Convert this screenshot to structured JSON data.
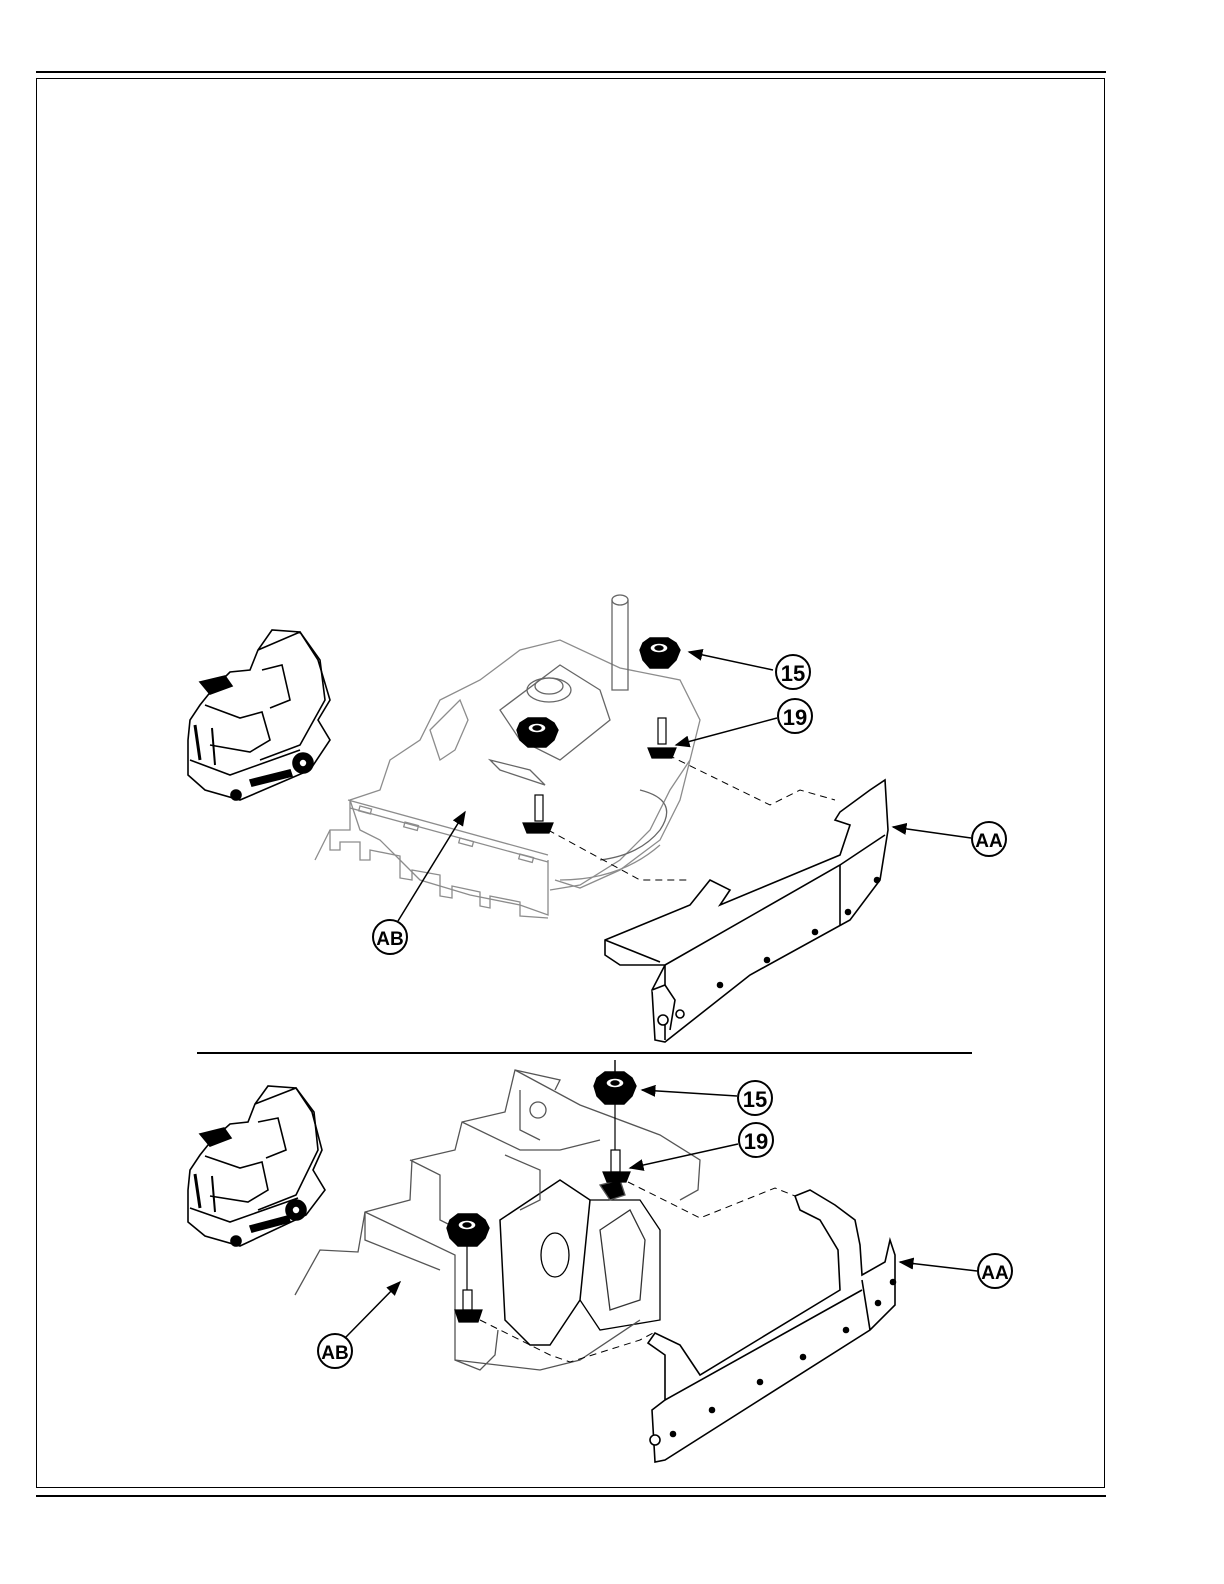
{
  "figure_top": {
    "callouts": {
      "c15": "15",
      "c19": "19",
      "cAA": "AA",
      "cAB": "AB"
    }
  },
  "figure_bottom": {
    "callouts": {
      "c15": "15",
      "c19": "19",
      "cAA": "AA",
      "cAB": "AB"
    }
  },
  "colors": {
    "ink": "#000000",
    "light_line": "#9a9a9a",
    "mid_line": "#555555",
    "callout_fill": "#ffffff"
  },
  "icons": {
    "machine_thumbnail": "ride-on-scrubber-icon",
    "knob": "knurled-knob-icon"
  }
}
